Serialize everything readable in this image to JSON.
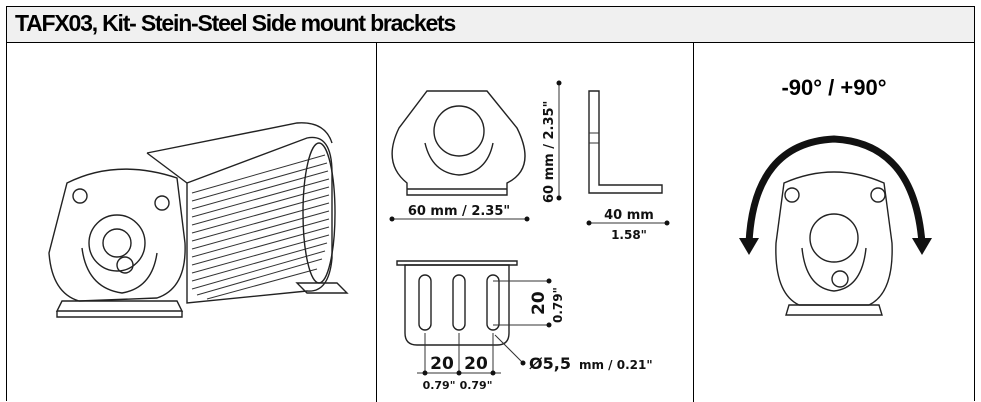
{
  "title": "TAFX03, Kit- Stein-Steel Side mount brackets",
  "dimensions": {
    "front_height": "60 mm / 2.35\"",
    "front_width": "60 mm / 2.35\"",
    "side_mm": "40 mm",
    "side_in": "1.58\"",
    "slot_height_mm": "20",
    "slot_height_in": "0.79\"",
    "spacing1_mm": "20",
    "spacing2_mm": "20",
    "spacing1_in": "0.79\"",
    "spacing2_in": "0.79\"",
    "hole_mm": "Ø5,5",
    "hole_rest": "mm / 0.21\""
  },
  "rotation_label": "-90° / +90°"
}
